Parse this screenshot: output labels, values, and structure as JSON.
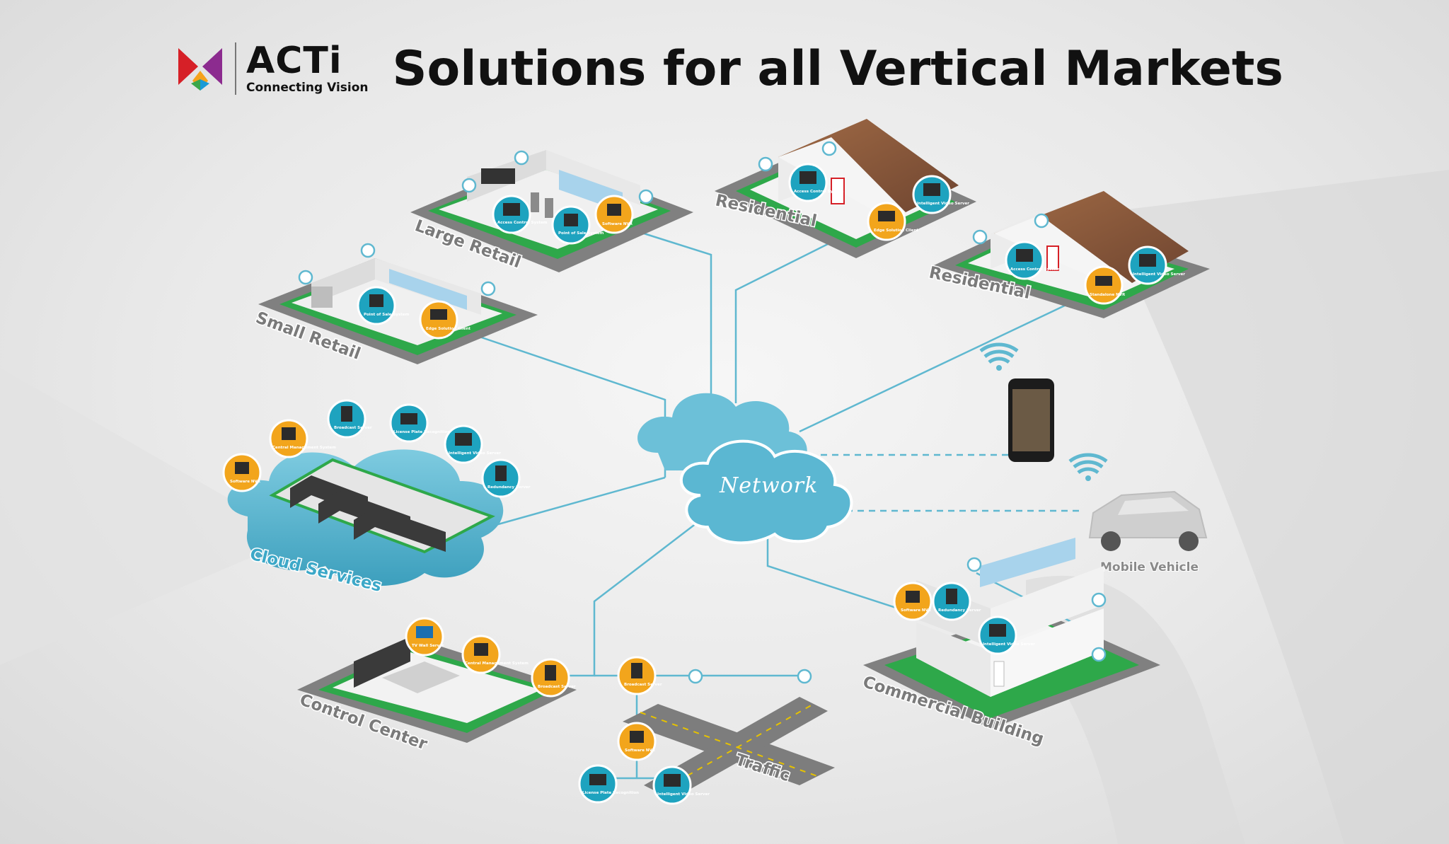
{
  "header": {
    "brand": "ACTi",
    "tagline": "Connecting Vision",
    "headline": "Solutions for all Vertical Markets"
  },
  "network_label": "Network",
  "zones": {
    "large_retail": "Large Retail",
    "residential_1": "Residential",
    "residential_2": "Residential",
    "small_retail": "Small Retail",
    "cloud_services": "Cloud Services",
    "control_center": "Control Center",
    "traffic": "Traffic",
    "commercial_building": "Commercial Building",
    "mobile_vehicle": "Mobile Vehicle"
  },
  "badges": {
    "access_control_system": "Access Control System",
    "point_of_sale_system": "Point of Sale System",
    "software_nvr": "Software NVR",
    "edge_solution_client": "Edge Solution Client",
    "intelligent_video_server": "Intelligent Video Server",
    "standalone_nvr": "Standalone NVR",
    "central_management_system": "Central Management System",
    "broadcast_server": "Broadcast Server",
    "license_plate_recognition": "License Plate Recognition",
    "redundancy_server": "Redundancy Server",
    "tv_wall_server": "TV Wall Server"
  },
  "colors": {
    "network_line": "#5fb8d0",
    "cloud_fill": "#5bb7d2",
    "badge_teal": "#1ea3bf",
    "badge_orange": "#f2a51c",
    "grass": "#2ea84a",
    "roof": "#8b5a3a",
    "road": "#7d7d7d"
  }
}
